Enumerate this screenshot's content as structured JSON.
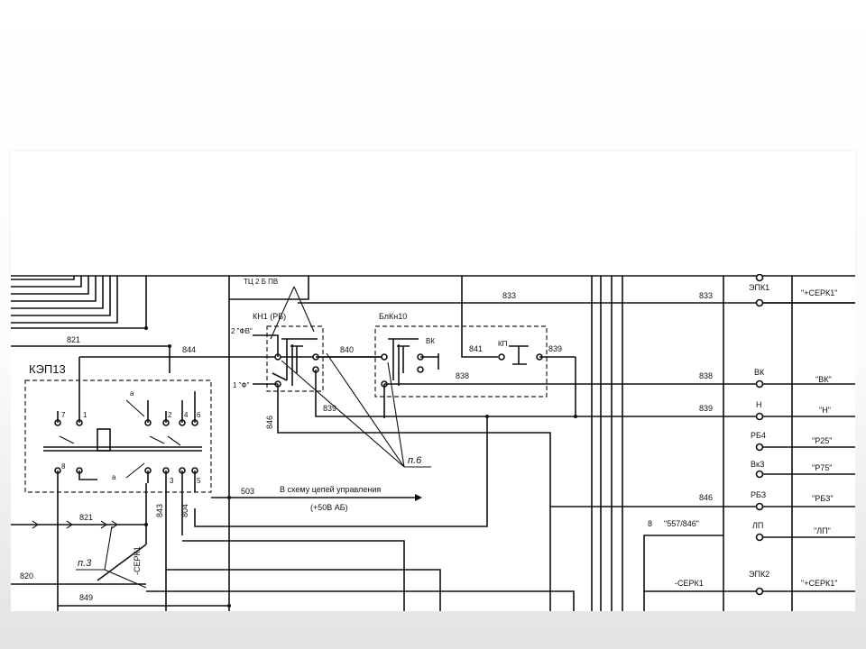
{
  "diagram": {
    "title_block": "КЭП13",
    "wire_numbers": {
      "w821_top": "821",
      "w844": "844",
      "w840": "840",
      "w841": "841",
      "w839_top": "839",
      "w833": "833",
      "w838": "838",
      "w839": "839",
      "w846_vert": "846",
      "w503": "503",
      "w821_bottom": "821",
      "w843": "843",
      "w804": "804",
      "w820": "820",
      "w849": "849",
      "r833": "833",
      "r838": "838",
      "r839": "839",
      "r846": "846",
      "r8": "8"
    },
    "components": {
      "kn1": "КН1 (РБ)",
      "bkn10": "БлКн10",
      "kp": "КП",
      "bk_small": "ВК",
      "pin_fb": "2 \"ФВ\"",
      "pin_1f": "1 \"Ф\""
    },
    "contact_numbers": {
      "c7": "7",
      "c1": "1",
      "c2": "2",
      "c4": "4",
      "c6": "6",
      "c8": "8",
      "c5": "5",
      "c3": "3",
      "ca": "а",
      "ca2": "а"
    },
    "notes": {
      "control_circuit": "В схему цепей управления",
      "voltage": "(+50В АБ)",
      "ref_p6": "п.6",
      "ref_p3": "п.3",
      "sebpk_vertical": "-СЕРК1",
      "truncated_top": "ТЦ 2 Б ПВ"
    },
    "right_column": {
      "relays": [
        "ЭПК1",
        "ВК",
        "Н",
        "РБ4",
        "ВкЗ",
        "РБЗ",
        "ЛП",
        "ЭПК2"
      ],
      "signals": [
        "\"+СЕРК1\"",
        "\"ВК\"",
        "\"Н\"",
        "\"Р25\"",
        "\"Р75\"",
        "\"РБЗ\"",
        "\"ЛП\"",
        "\"+СЕРК1\""
      ],
      "mid_labels": [
        "\"557/846\"",
        "-СЕРК1"
      ]
    }
  }
}
